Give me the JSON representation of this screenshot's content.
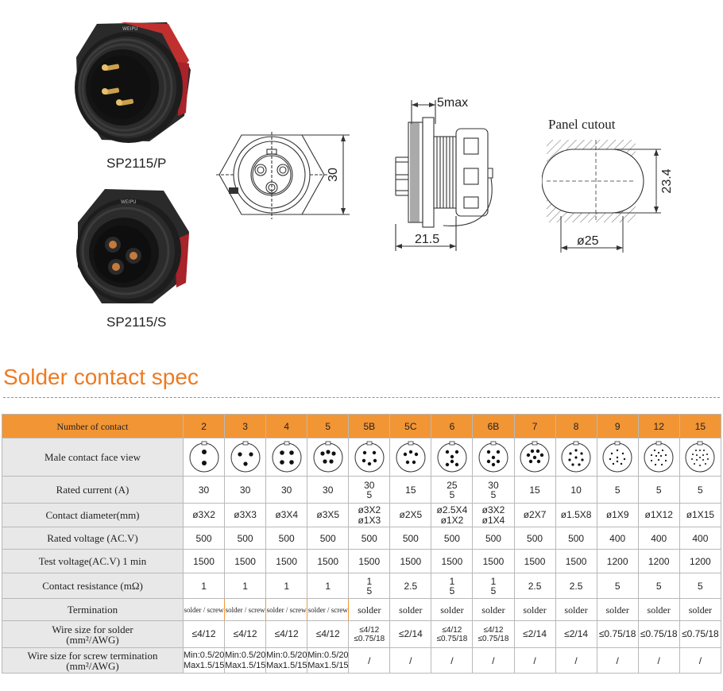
{
  "products": [
    {
      "name": "SP2115/P",
      "type": "plug"
    },
    {
      "name": "SP2115/S",
      "type": "socket"
    }
  ],
  "drawing": {
    "front_dim": "30",
    "side_top_dim": "5max",
    "side_bottom_dim": "21.5",
    "cutout_title": "Panel cutout",
    "cutout_height": "23.4",
    "cutout_diameter": "ø25"
  },
  "section": {
    "title": "Solder contact spec"
  },
  "table": {
    "rows": [
      {
        "label": "Number of contact",
        "cells": [
          "2",
          "3",
          "4",
          "5",
          "5B",
          "5C",
          "6",
          "6B",
          "7",
          "8",
          "9",
          "12",
          "15"
        ]
      },
      {
        "label": "Male contact face view",
        "cells": []
      },
      {
        "label": "Rated current (A)",
        "cells": [
          [
            "30"
          ],
          [
            "30"
          ],
          [
            "30"
          ],
          [
            "30"
          ],
          [
            "30",
            "5"
          ],
          [
            "15"
          ],
          [
            "25",
            "5"
          ],
          [
            "30",
            "5"
          ],
          [
            "15"
          ],
          [
            "10"
          ],
          [
            "5"
          ],
          [
            "5"
          ],
          [
            "5"
          ]
        ]
      },
      {
        "label": "Contact diameter(mm)",
        "cells": [
          [
            "ø3X2"
          ],
          [
            "ø3X3"
          ],
          [
            "ø3X4"
          ],
          [
            "ø3X5"
          ],
          [
            "ø3X2",
            "ø1X3"
          ],
          [
            "ø2X5"
          ],
          [
            "ø2.5X4",
            "ø1X2"
          ],
          [
            "ø3X2",
            "ø1X4"
          ],
          [
            "ø2X7"
          ],
          [
            "ø1.5X8"
          ],
          [
            "ø1X9"
          ],
          [
            "ø1X12"
          ],
          [
            "ø1X15"
          ]
        ]
      },
      {
        "label": "Rated voltage (AC.V)",
        "cells": [
          [
            "500"
          ],
          [
            "500"
          ],
          [
            "500"
          ],
          [
            "500"
          ],
          [
            "500"
          ],
          [
            "500"
          ],
          [
            "500"
          ],
          [
            "500"
          ],
          [
            "500"
          ],
          [
            "500"
          ],
          [
            "400"
          ],
          [
            "400"
          ],
          [
            "400"
          ]
        ]
      },
      {
        "label": "Test voltage(AC.V) 1 min",
        "cells": [
          [
            "1500"
          ],
          [
            "1500"
          ],
          [
            "1500"
          ],
          [
            "1500"
          ],
          [
            "1500"
          ],
          [
            "1500"
          ],
          [
            "1500"
          ],
          [
            "1500"
          ],
          [
            "1500"
          ],
          [
            "1500"
          ],
          [
            "1200"
          ],
          [
            "1200"
          ],
          [
            "1200"
          ]
        ]
      },
      {
        "label": "Contact resistance (mΩ)",
        "cells": [
          [
            "1"
          ],
          [
            "1"
          ],
          [
            "1"
          ],
          [
            "1"
          ],
          [
            "1",
            "5"
          ],
          [
            "2.5"
          ],
          [
            "1",
            "5"
          ],
          [
            "1",
            "5"
          ],
          [
            "2.5"
          ],
          [
            "2.5"
          ],
          [
            "5"
          ],
          [
            "5"
          ],
          [
            "5"
          ]
        ]
      },
      {
        "label": "Termination",
        "cells": [
          [
            "solder / screw"
          ],
          [
            "solder / screw"
          ],
          [
            "solder / screw"
          ],
          [
            "solder / screw"
          ],
          [
            "solder"
          ],
          [
            "solder"
          ],
          [
            "solder"
          ],
          [
            "solder"
          ],
          [
            "solder"
          ],
          [
            "solder"
          ],
          [
            "solder"
          ],
          [
            "solder"
          ],
          [
            "solder"
          ]
        ]
      },
      {
        "label": [
          "Wire size for solder",
          "(mm²/AWG)"
        ],
        "cells": [
          [
            "≤4/12"
          ],
          [
            "≤4/12"
          ],
          [
            "≤4/12"
          ],
          [
            "≤4/12"
          ],
          [
            "≤4/12",
            "≤0.75/18"
          ],
          [
            "≤2/14"
          ],
          [
            "≤4/12",
            "≤0.75/18"
          ],
          [
            "≤4/12",
            "≤0.75/18"
          ],
          [
            "≤2/14"
          ],
          [
            "≤2/14"
          ],
          [
            "≤0.75/18"
          ],
          [
            "≤0.75/18"
          ],
          [
            "≤0.75/18"
          ]
        ]
      },
      {
        "label": [
          "Wire size for screw termination",
          "(mm²/AWG)"
        ],
        "cells": [
          [
            "Min:0.5/20",
            "Max1.5/15"
          ],
          [
            "Min:0.5/20",
            "Max1.5/15"
          ],
          [
            "Min:0.5/20",
            "Max1.5/15"
          ],
          [
            "Min:0.5/20",
            "Max1.5/15"
          ],
          [
            "/"
          ],
          [
            "/"
          ],
          [
            "/"
          ],
          [
            "/"
          ],
          [
            "/"
          ],
          [
            "/"
          ],
          [
            "/"
          ],
          [
            "/"
          ],
          [
            "/"
          ]
        ]
      }
    ]
  },
  "colors": {
    "accent": "#ee7a22",
    "header_bg": "#f29534",
    "rowhead_bg": "#e8e8e8"
  }
}
